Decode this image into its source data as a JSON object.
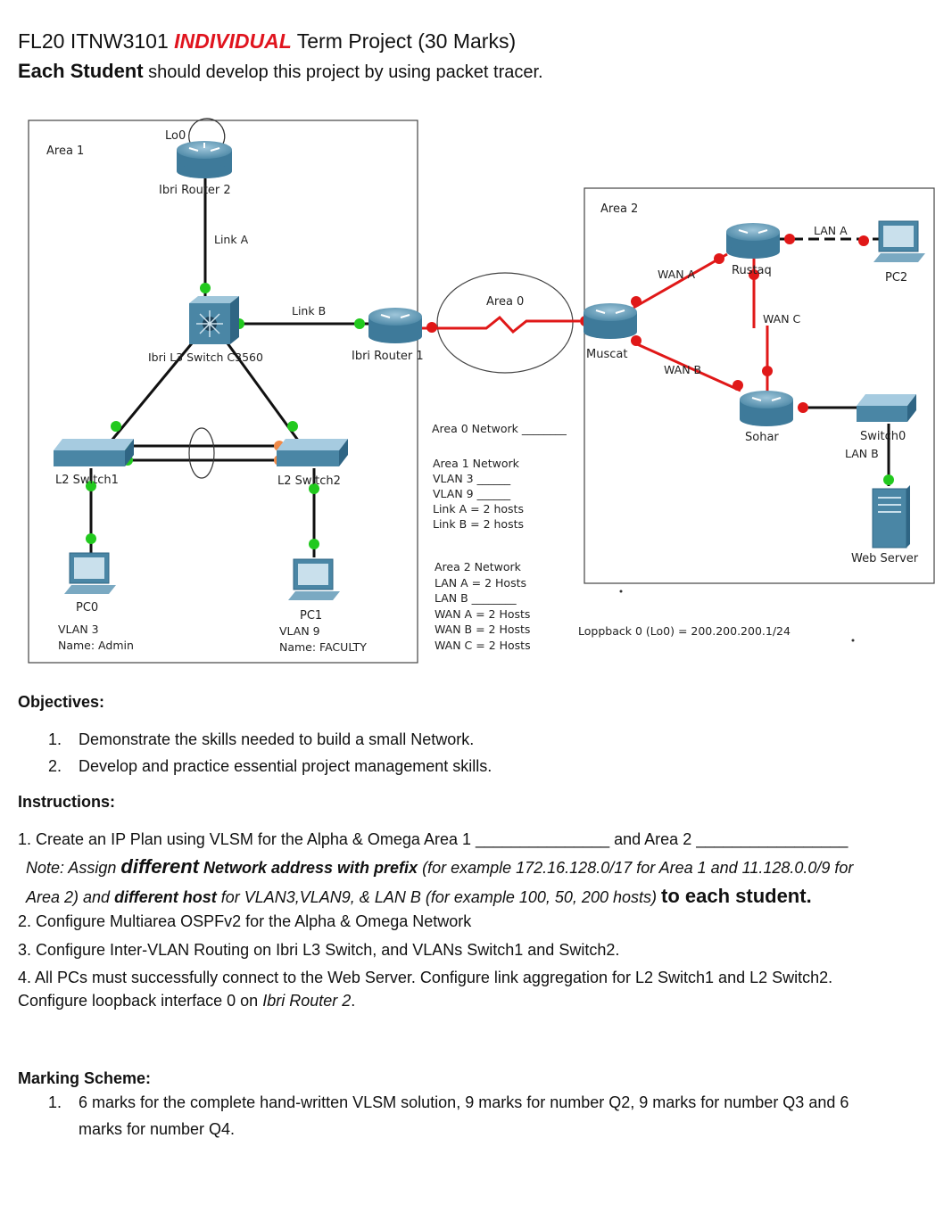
{
  "header": {
    "title_prefix": "FL20 ITNW3101 ",
    "title_emph": "INDIVIDUAL",
    "title_suffix": " Term Project (30 Marks)",
    "subtitle_bold": "Each Student",
    "subtitle_rest": " should develop this project by using packet tracer."
  },
  "diagram": {
    "area1": "Area 1",
    "area2": "Area 2",
    "area0": "Area 0",
    "lo0": "Lo0",
    "ibri_router2": "Ibri Router 2",
    "link_a": "Link A",
    "link_b": "Link B",
    "ibri_l3_switch": "Ibri L3 Switch C3560",
    "ibri_router1": "Ibri Router 1",
    "l2_switch1": "L2 Switch1",
    "l2_switch2": "L2 Switch2",
    "pc0": "PC0",
    "pc0_vlan": "VLAN 3",
    "pc0_name": "Name: Admin",
    "pc1": "PC1",
    "pc1_vlan": "VLAN 9",
    "pc1_name": "Name: FACULTY",
    "muscat": "Muscat",
    "rustaq": "Rustaq",
    "sohar": "Sohar",
    "pc2": "PC2",
    "switch0": "Switch0",
    "web_server": "Web Server",
    "wan_a": "WAN A",
    "wan_b": "WAN B",
    "wan_c": "WAN C",
    "lan_a": "LAN A",
    "lan_b": "LAN B",
    "area0_network": "Area 0 Network ________",
    "area1_network": "Area 1 Network",
    "area1_lines": [
      "VLAN 3 ______",
      "VLAN 9 ______",
      "Link A = 2 hosts",
      "Link B = 2 hosts"
    ],
    "area2_network": "Area 2 Network",
    "area2_lines": [
      "LAN A  = 2 Hosts",
      "LAN B ________",
      "WAN A = 2 Hosts",
      "WAN B = 2 Hosts",
      "WAN C = 2 Hosts"
    ],
    "loopback": "Loppback 0 (Lo0) = 200.200.200.1/24"
  },
  "objectives": {
    "heading": "Objectives:",
    "items": [
      "Demonstrate the skills needed to build a small Network.",
      "Develop and practice essential project management skills."
    ]
  },
  "instructions": {
    "heading": "Instructions:",
    "item1": "1. Create an IP Plan using VLSM for the Alpha & Omega Area 1 _______________ and Area 2 _________________",
    "note_a": "Note: Assign ",
    "note_b": "different",
    "note_c": " Network address with prefix",
    "note_d": " (for example 172.16.128.0/17 for Area 1  and 11.128.0.0/9 for",
    "note_e": "Area 2) and ",
    "note_f": "different host",
    "note_g": " for VLAN3,VLAN9, & LAN B (for example 100, 50, 200 hosts) ",
    "note_h": "to each student.",
    "item2": "2. Configure Multiarea OSPFv2 for the Alpha & Omega Network",
    "item3": "3. Configure Inter-VLAN Routing on Ibri L3 Switch, and VLANs Switch1 and Switch2.",
    "item4": "4. All PCs must successfully connect to the Web Server. Configure link aggregation for L2 Switch1 and L2 Switch2.",
    "item4b_a": "Configure loopback interface 0 on ",
    "item4b_b": "Ibri Router 2",
    "item4b_c": "."
  },
  "marking": {
    "heading": "Marking Scheme:",
    "number": "1.",
    "line1": "6 marks for the complete hand-written VLSM solution, 9 marks for number Q2, 9 marks for number Q3 and 6",
    "line2": "marks for number Q4."
  }
}
